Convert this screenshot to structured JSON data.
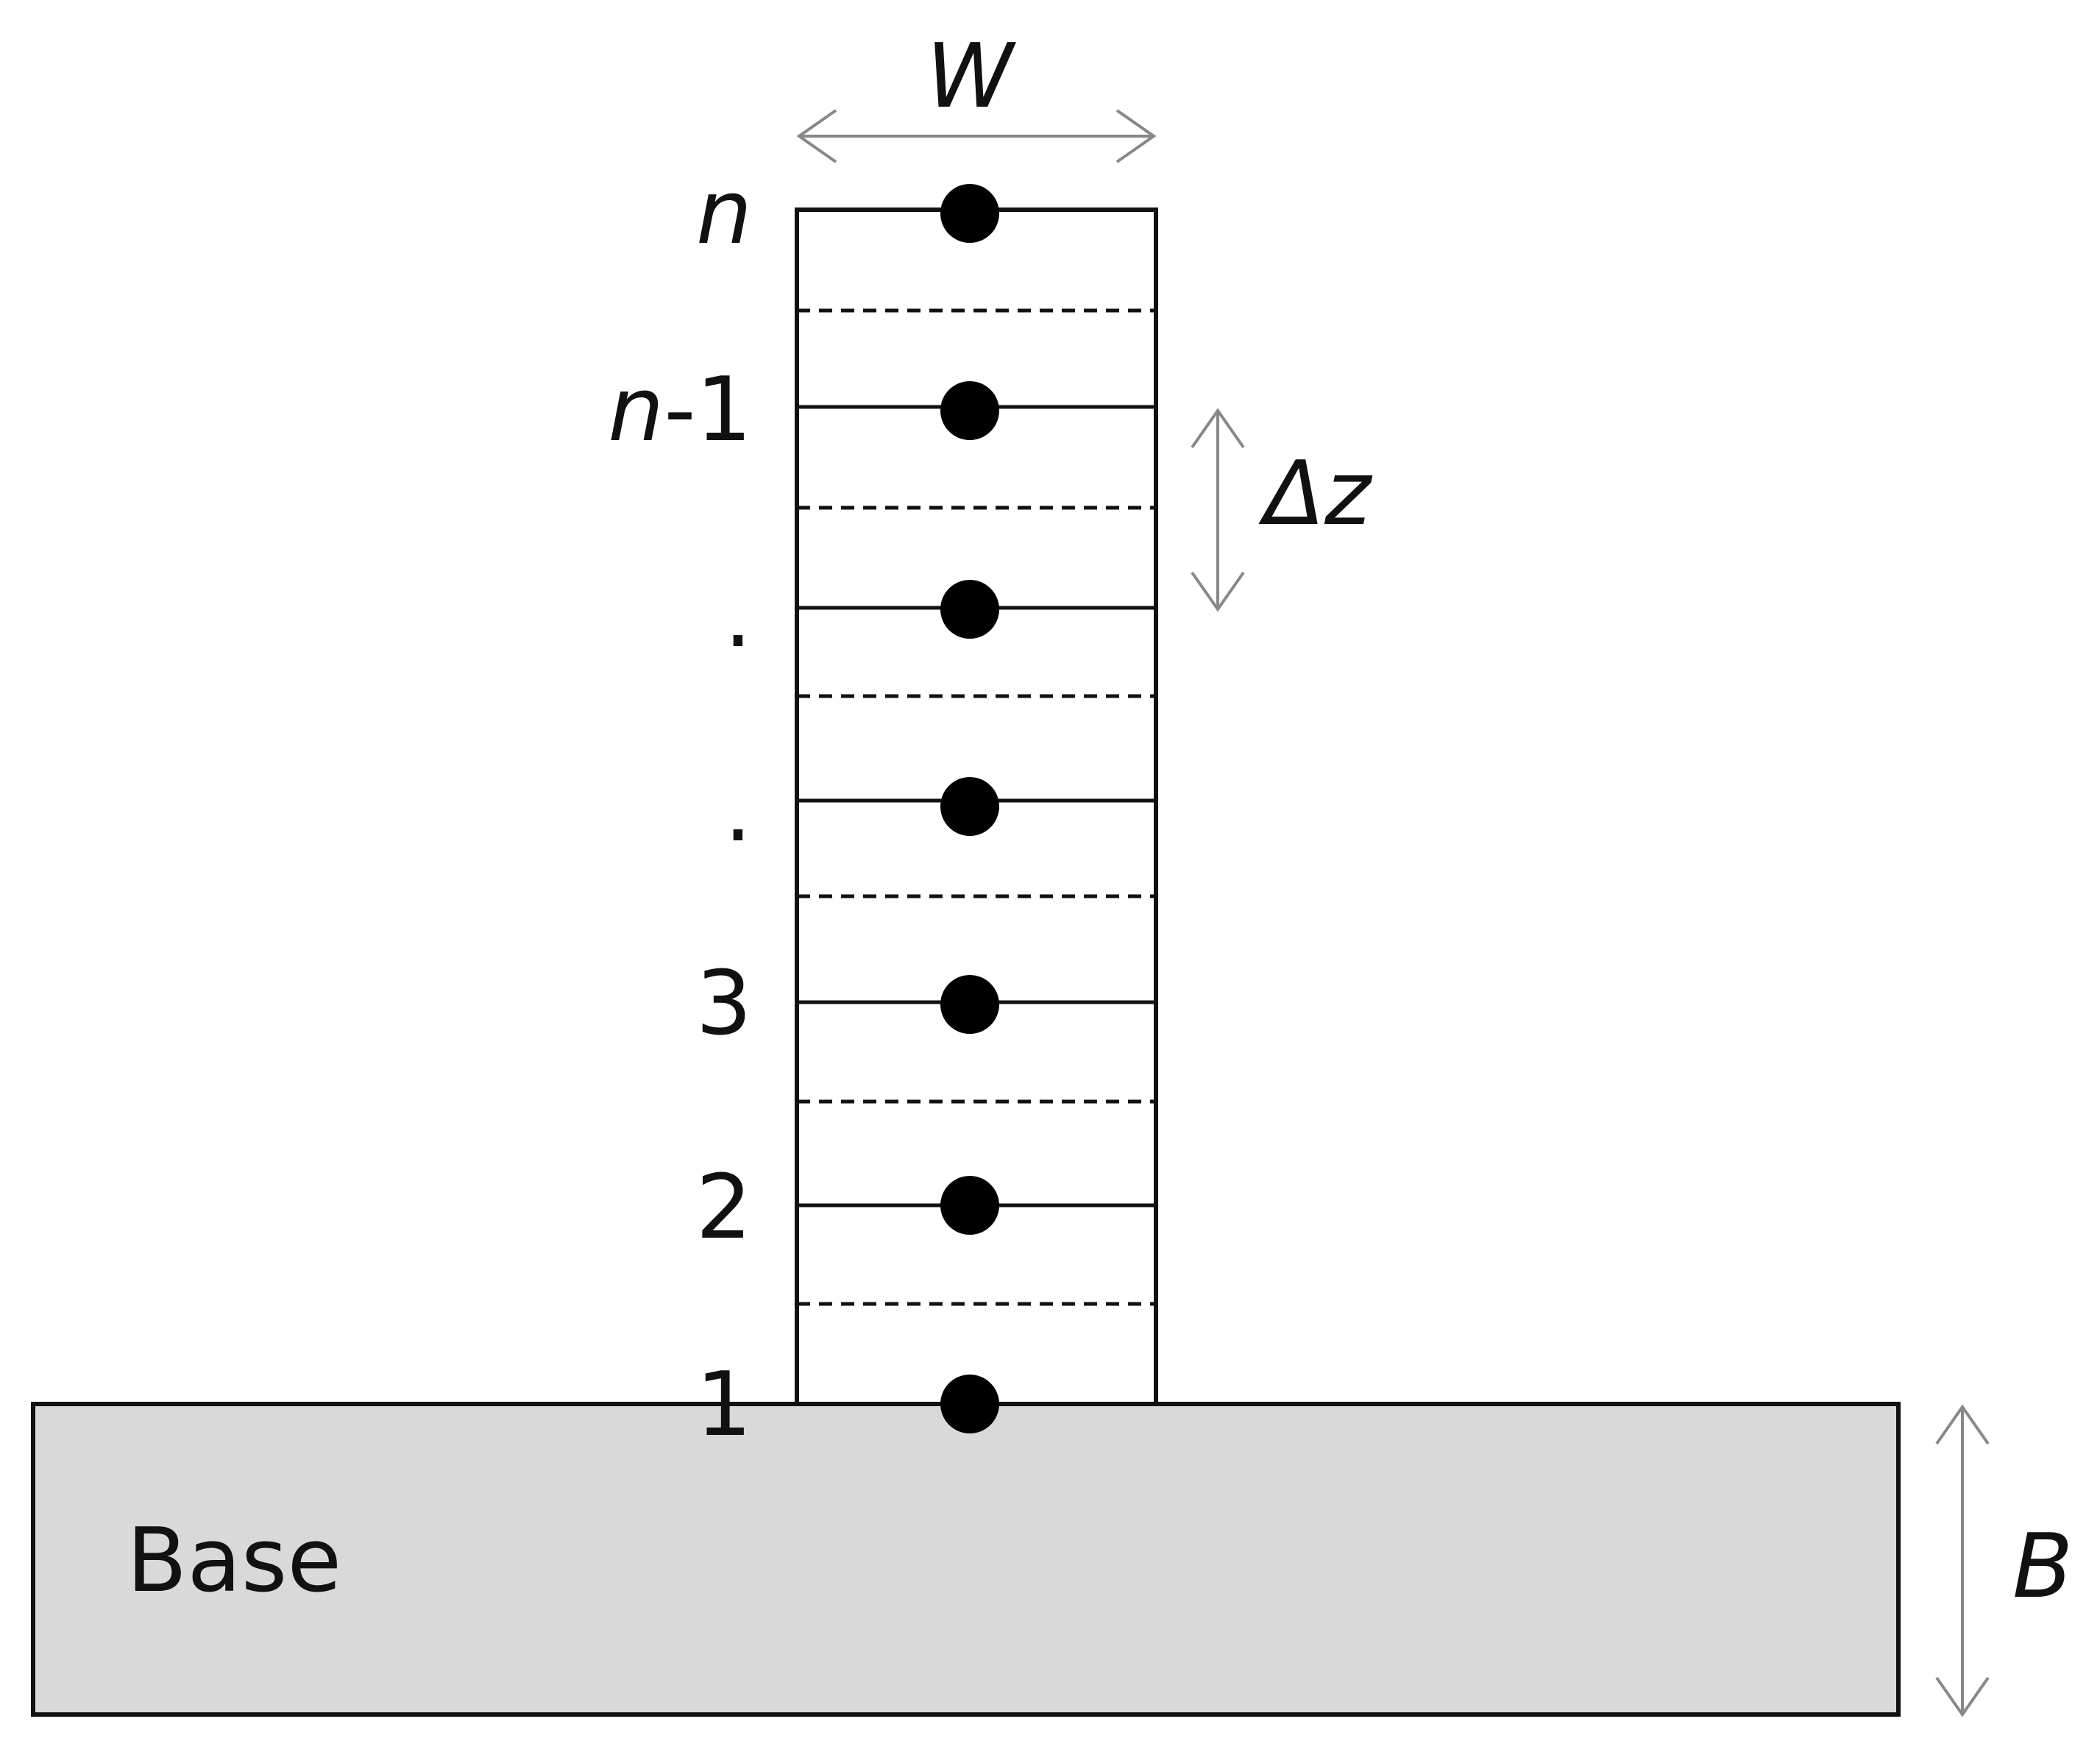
{
  "labels": {
    "width": "W",
    "spacing": "Δz",
    "base_thickness": "B",
    "base": "Base"
  },
  "nodes": [
    {
      "label": "n",
      "italic": true
    },
    {
      "label": "n-1",
      "italic_prefix": "n",
      "suffix": "-1"
    },
    {
      "label": ".",
      "italic": false
    },
    {
      "label": ".",
      "italic": false
    },
    {
      "label": "3",
      "italic": false
    },
    {
      "label": "2",
      "italic": false
    },
    {
      "label": "1",
      "italic": false
    }
  ],
  "colors": {
    "base_fill": "#d9d9d9",
    "stroke": "#111111",
    "dimension_arrow": "#888888",
    "node": "#000000"
  }
}
